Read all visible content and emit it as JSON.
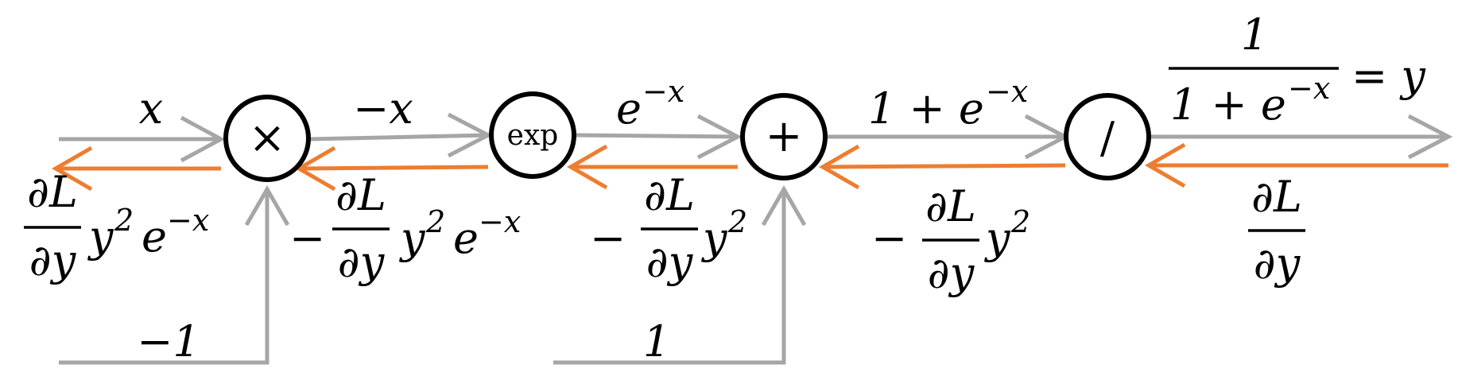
{
  "nodes": {
    "multiply": "×",
    "exp": "exp",
    "add": "+",
    "divide": "/"
  },
  "forward_labels": {
    "input_x": "x",
    "neg_x": "−x",
    "exp_neg_x": "e",
    "exp_neg_x_sup": "−x",
    "one_plus": "1 + e",
    "one_plus_sup": "−x",
    "const_neg_one": "−1",
    "const_one": "1",
    "output_num": "1",
    "output_den": "1 + e",
    "output_den_sup": "−x",
    "output_eq": "= y"
  },
  "backward_labels": {
    "dL": "∂L",
    "dy": "∂y",
    "neg": "−",
    "y2e": "y",
    "two": "2",
    "e": "e",
    "negx": "−x"
  },
  "colors": {
    "forward": "#a6a6a6",
    "backward": "#ed7d31",
    "node_stroke": "#000000"
  }
}
